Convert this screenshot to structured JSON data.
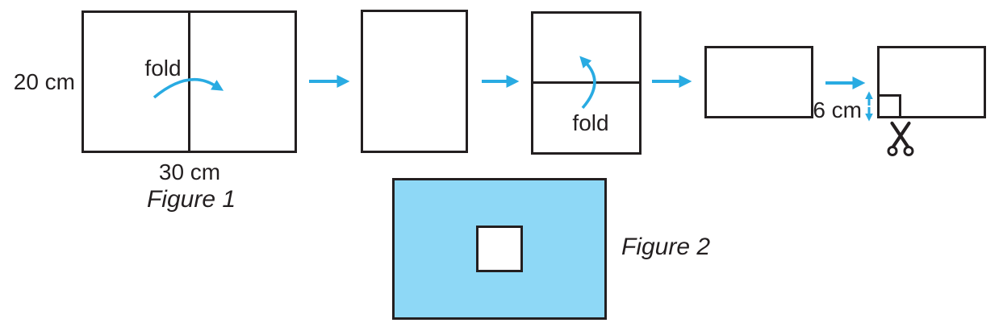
{
  "figure1": {
    "caption": "Figure 1",
    "sheet": {
      "height_label": "20 cm",
      "width_label": "30 cm",
      "fold_label": "fold"
    },
    "second_fold_label": "fold",
    "cut_label": "6 cm"
  },
  "figure2": {
    "caption": "Figure 2"
  },
  "colors": {
    "arrow_cyan": "#29ABE2",
    "outline_black": "#231F20",
    "paper_blue": "#8ED8F6"
  },
  "icons": {
    "flow_arrow": "right-arrow",
    "fold_arrow_1": "curved-fold-arrow-right",
    "fold_arrow_2": "curved-fold-arrow-up",
    "cut_measure": "double-headed-vertical-arrow",
    "scissors": "scissors"
  }
}
